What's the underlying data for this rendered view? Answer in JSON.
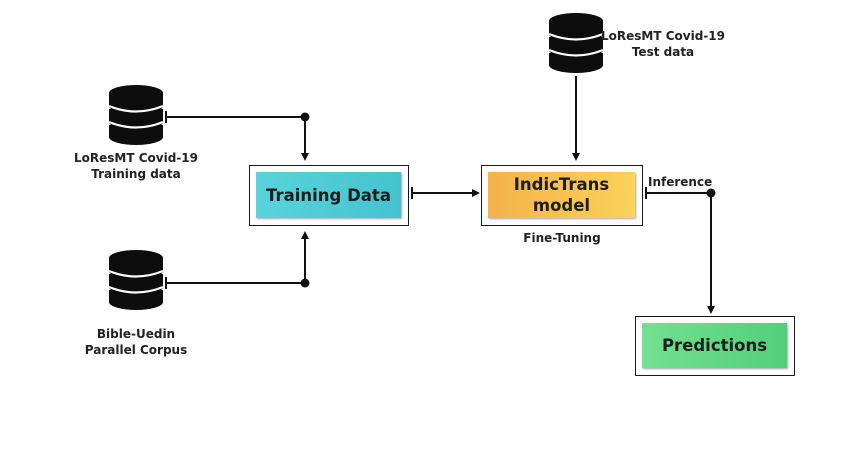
{
  "sources": {
    "training": {
      "line1": "LoResMT Covid-19",
      "line2": "Training data"
    },
    "bible": {
      "line1": "Bible-Uedin",
      "line2": "Parallel Corpus"
    },
    "test": {
      "line1": "LoResMT Covid-19",
      "line2": "Test data"
    }
  },
  "nodes": {
    "training_data": {
      "label": "Training Data"
    },
    "indictrans": {
      "line1": "IndicTrans",
      "line2": "model"
    },
    "predictions": {
      "label": "Predictions"
    }
  },
  "edge_labels": {
    "fine_tuning": "Fine-Tuning",
    "inference": "Inference"
  },
  "colors": {
    "training_data_fill": "#5ad3db",
    "indictrans_fill": "#f7c24a",
    "predictions_fill": "#63d988",
    "database_fill": "#0d0d0d",
    "line": "#111111"
  }
}
